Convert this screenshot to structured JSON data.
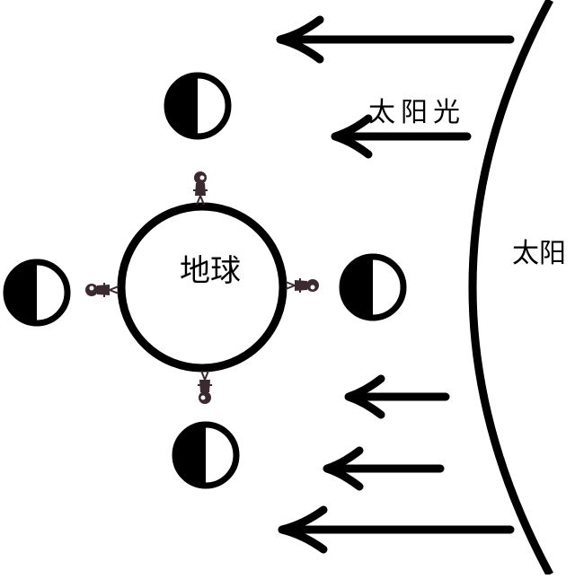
{
  "labels": {
    "sunlight": "太阳光",
    "earth": "地球",
    "sun": "太阳"
  },
  "colors": {
    "ink": "#000000",
    "figure": "#3b2a2f",
    "background": "#ffffff"
  },
  "icons": [
    "arrow-left-icon",
    "moon-phase-icon",
    "person-icon"
  ]
}
